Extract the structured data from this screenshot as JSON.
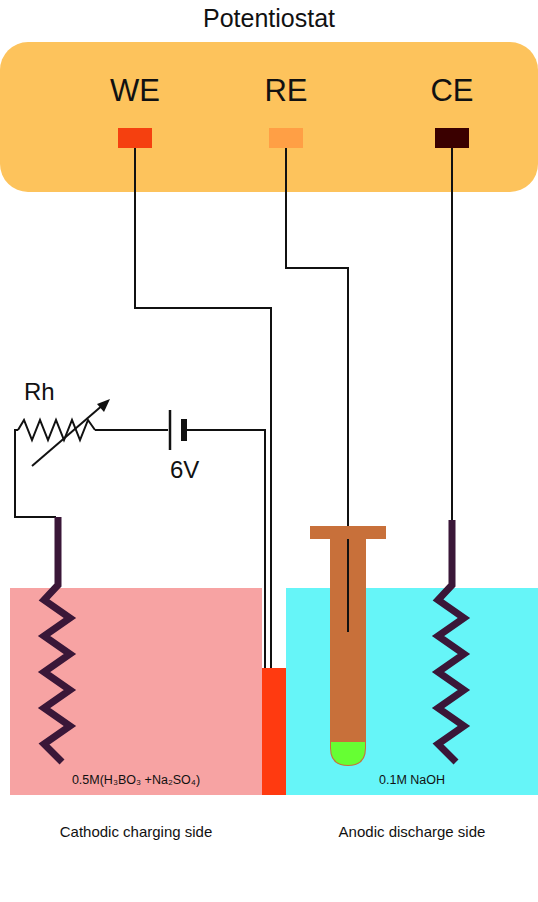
{
  "diagram": {
    "nodes": [
      {
        "text": [
          "Potentiostat"
        ]
      },
      {
        "text": [
          "WE"
        ],
        "in": 0
      },
      {
        "text": [
          "RE"
        ],
        "in": 0
      },
      {
        "text": [
          "CE"
        ],
        "in": 0
      },
      {
        "text": [
          "0.5M(H₃BO₃ +Na₂SO₄)",
          "Cathodic charging side"
        ]
      },
      {
        "text": [
          "0.1M NaOH",
          "Anodic discharge side"
        ]
      }
    ],
    "labels": [
      "Rh",
      "6V"
    ]
  }
}
